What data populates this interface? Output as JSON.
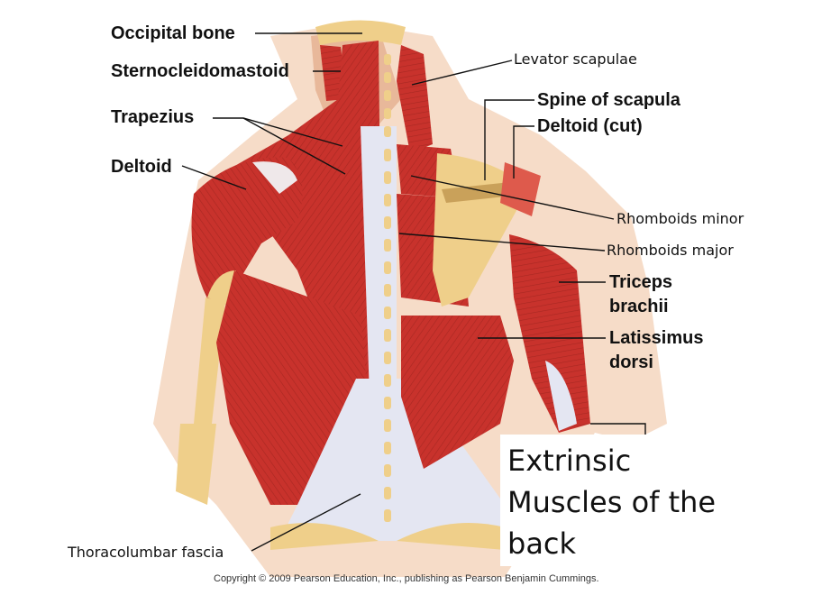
{
  "labels": {
    "occipital_bone": "Occipital bone",
    "sternocleidomastoid": "Sternocleidomastoid",
    "trapezius": "Trapezius",
    "deltoid": "Deltoid",
    "levator_scapulae": "Levator scapulae",
    "spine_of_scapula": "Spine of scapula",
    "deltoid_cut": "Deltoid (cut)",
    "rhomboids_minor": "Rhomboids minor",
    "rhomboids_major": "Rhomboids major",
    "triceps_line1": "Triceps",
    "triceps_line2": "brachii",
    "latissimus_line1": "Latissimus",
    "latissimus_line2": "dorsi",
    "thoracolumbar_fascia": "Thoracolumbar fascia"
  },
  "caption": {
    "line1": "Extrinsic",
    "line2": "Muscles of the",
    "line3": "back"
  },
  "copyright": "Copyright © 2009 Pearson Education, Inc., publishing as Pearson Benjamin Cummings.",
  "colors": {
    "muscle": "#c8322c",
    "muscle_dark": "#9e2520",
    "muscle_light": "#de5a4c",
    "bone": "#efcf8a",
    "bone_dark": "#c9a15a",
    "fascia": "#e4e6f2",
    "skin": "#f6dcc8"
  }
}
